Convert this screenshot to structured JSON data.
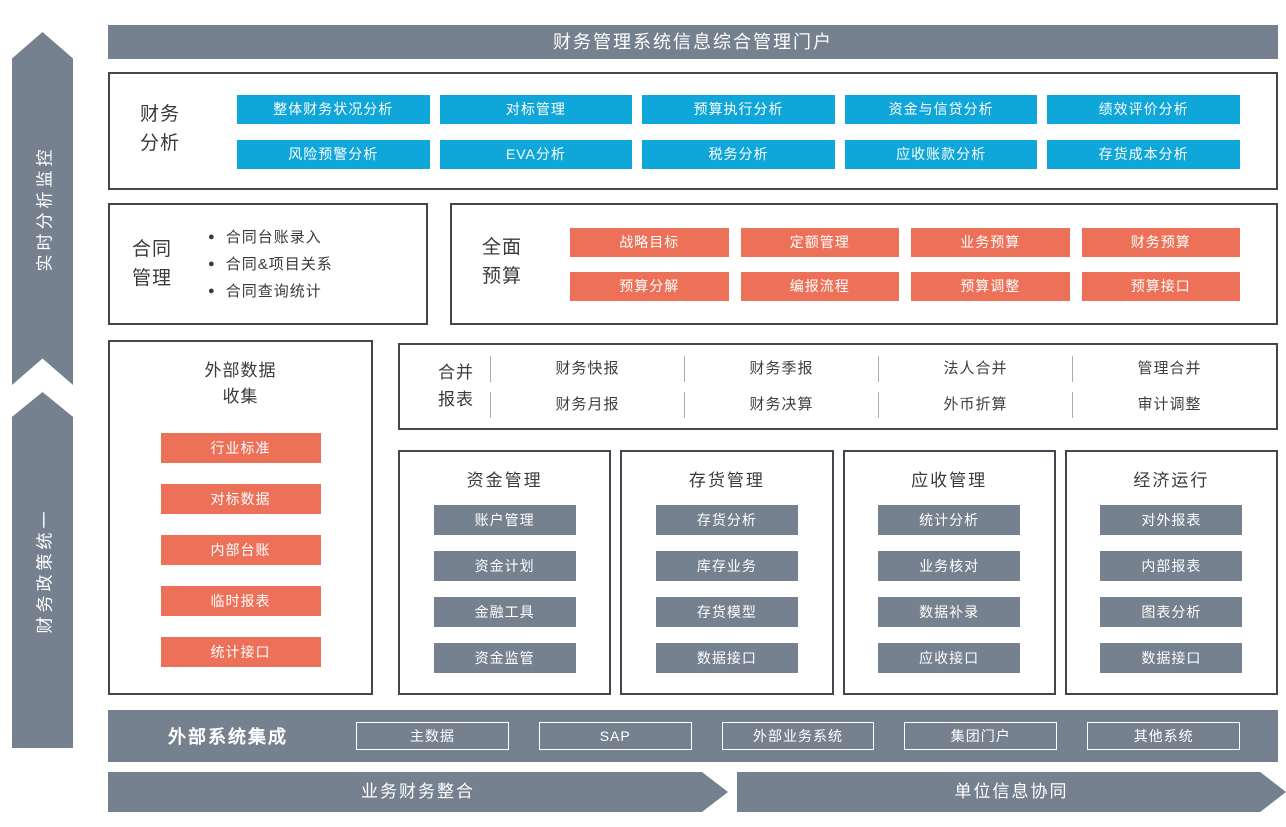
{
  "colors": {
    "accent_blue": "#0FA6DA",
    "accent_orange": "#EC7158",
    "slate_gray": "#76818F",
    "box_border": "#42474E"
  },
  "header": {
    "title": "财务管理系统信息综合管理门户"
  },
  "ribbons": [
    {
      "label": "实时分析监控"
    },
    {
      "label": "财务政策统一"
    }
  ],
  "finance_analysis": {
    "label_line1": "财务",
    "label_line2": "分析",
    "row1": [
      "整体财务状况分析",
      "对标管理",
      "预算执行分析",
      "资金与信贷分析",
      "绩效评价分析"
    ],
    "row2": [
      "风险预警分析",
      "EVA分析",
      "税务分析",
      "应收账款分析",
      "存货成本分析"
    ]
  },
  "contract": {
    "label_line1": "合同",
    "label_line2": "管理",
    "items": [
      "合同台账录入",
      "合同&项目关系",
      "合同查询统计"
    ]
  },
  "budget": {
    "label_line1": "全面",
    "label_line2": "预算",
    "row1": [
      "战略目标",
      "定额管理",
      "业务预算",
      "财务预算"
    ],
    "row2": [
      "预算分解",
      "编报流程",
      "预算调整",
      "预算接口"
    ]
  },
  "external_data": {
    "title_line1": "外部数据",
    "title_line2": "收集",
    "buttons": [
      "行业标准",
      "对标数据",
      "内部台账",
      "临时报表",
      "统计接口"
    ]
  },
  "consolidated_reports": {
    "label_line1": "合并",
    "label_line2": "报表",
    "row1": [
      "财务快报",
      "财务季报",
      "法人合并",
      "管理合并"
    ],
    "row2": [
      "财务月报",
      "财务决算",
      "外币折算",
      "审计调整"
    ]
  },
  "modules": [
    {
      "title": "资金管理",
      "buttons": [
        "账户管理",
        "资金计划",
        "金融工具",
        "资金监管"
      ]
    },
    {
      "title": "存货管理",
      "buttons": [
        "存货分析",
        "库存业务",
        "存货模型",
        "数据接口"
      ]
    },
    {
      "title": "应收管理",
      "buttons": [
        "统计分析",
        "业务核对",
        "数据补录",
        "应收接口"
      ]
    },
    {
      "title": "经济运行",
      "buttons": [
        "对外报表",
        "内部报表",
        "图表分析",
        "数据接口"
      ]
    }
  ],
  "integration": {
    "label": "外部系统集成",
    "systems": [
      "主数据",
      "SAP",
      "外部业务系统",
      "集团门户",
      "其他系统"
    ]
  },
  "flow_arrows": [
    {
      "label": "业务财务整合"
    },
    {
      "label": "单位信息协同"
    }
  ]
}
